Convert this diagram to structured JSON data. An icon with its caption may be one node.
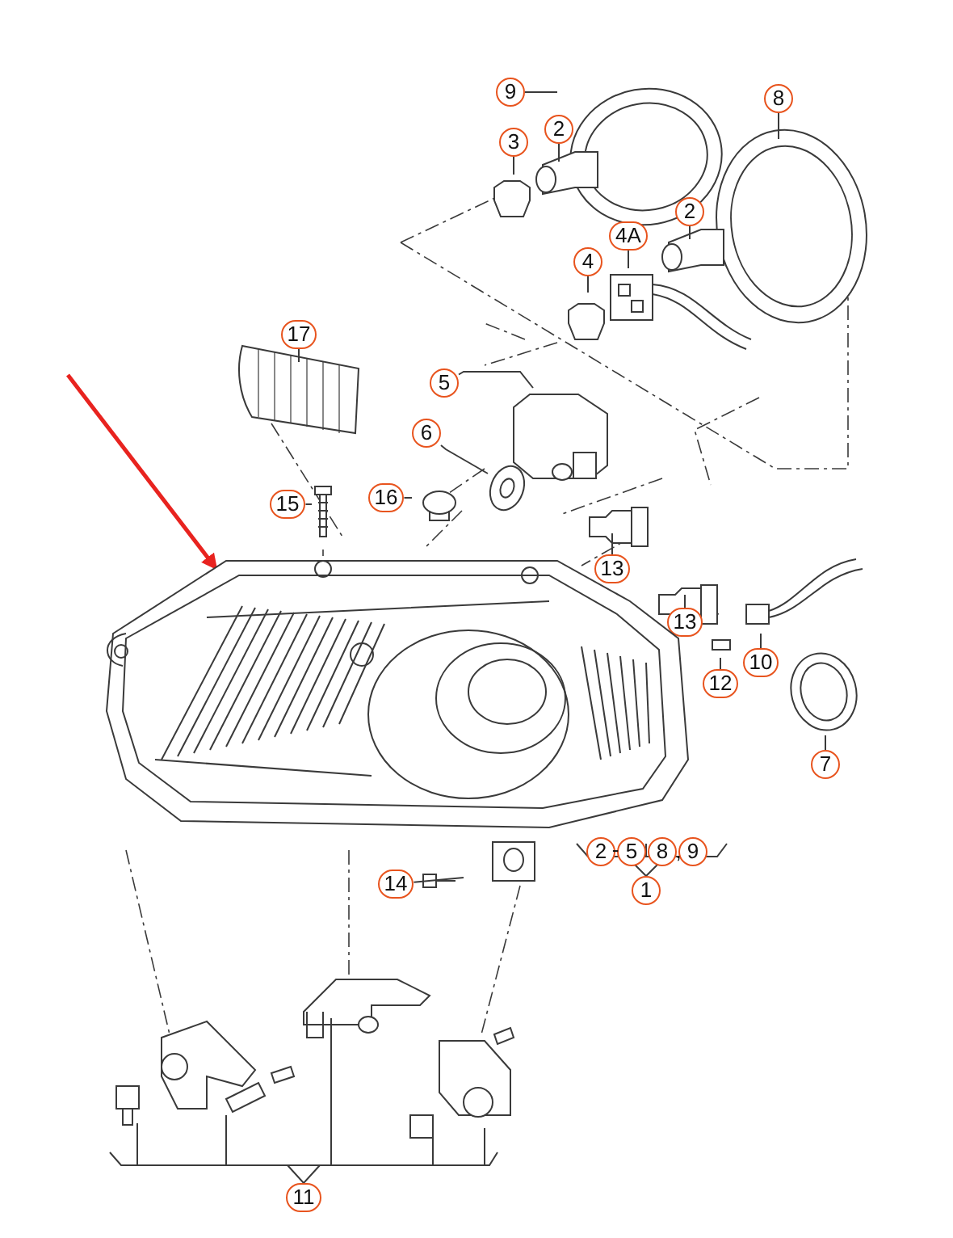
{
  "diagram": {
    "nodes": [
      {
        "text": [
          "9"
        ]
      },
      {
        "text": [
          "8"
        ]
      },
      {
        "text": [
          "3"
        ]
      },
      {
        "text": [
          "2"
        ]
      },
      {
        "text": [
          "4A"
        ]
      },
      {
        "text": [
          "2"
        ]
      },
      {
        "text": [
          "4"
        ]
      },
      {
        "text": [
          "17"
        ]
      },
      {
        "text": [
          "5"
        ]
      },
      {
        "text": [
          "6"
        ]
      },
      {
        "text": [
          "15"
        ]
      },
      {
        "text": [
          "16"
        ]
      },
      {
        "text": [
          "13"
        ]
      },
      {
        "text": [
          "13"
        ]
      },
      {
        "text": [
          "10"
        ]
      },
      {
        "text": [
          "12"
        ]
      },
      {
        "text": [
          "7"
        ]
      },
      {
        "text": [
          "14"
        ]
      },
      {
        "text": [
          "2"
        ]
      },
      {
        "text": [
          "5"
        ]
      },
      {
        "text": [
          "8"
        ]
      },
      {
        "text": [
          "9"
        ]
      },
      {
        "text": [
          "1"
        ]
      },
      {
        "text": [
          "11"
        ]
      },
      {
        "text": [],
        "shape": "picture"
      }
    ],
    "edges": [
      {
        "from": 0,
        "to": null,
        "arrow": "none"
      },
      {
        "from": 1,
        "to": null,
        "arrow": "none"
      },
      {
        "from": 2,
        "to": null,
        "arrow": "none"
      },
      {
        "from": 3,
        "to": null,
        "arrow": "none"
      },
      {
        "from": 4,
        "to": null,
        "arrow": "none"
      },
      {
        "from": 5,
        "to": null,
        "arrow": "none"
      },
      {
        "from": 6,
        "to": null,
        "arrow": "none"
      },
      {
        "from": 7,
        "to": null,
        "arrow": "none"
      },
      {
        "from": 8,
        "to": null,
        "arrow": "none"
      },
      {
        "from": 9,
        "to": null,
        "arrow": "none"
      },
      {
        "from": 10,
        "to": null,
        "arrow": "none"
      },
      {
        "from": 11,
        "to": null,
        "arrow": "none"
      },
      {
        "from": 12,
        "to": null,
        "arrow": "none"
      },
      {
        "from": 13,
        "to": null,
        "arrow": "none"
      },
      {
        "from": 14,
        "to": null,
        "arrow": "none"
      },
      {
        "from": 15,
        "to": null,
        "arrow": "none"
      },
      {
        "from": 16,
        "to": null,
        "arrow": "none"
      },
      {
        "from": 17,
        "to": null,
        "arrow": "none"
      },
      {
        "from": null,
        "to": 24,
        "arrow": "to",
        "style": "thick",
        "color": "#e8231f"
      }
    ],
    "labels": [
      "-",
      ","
    ]
  }
}
